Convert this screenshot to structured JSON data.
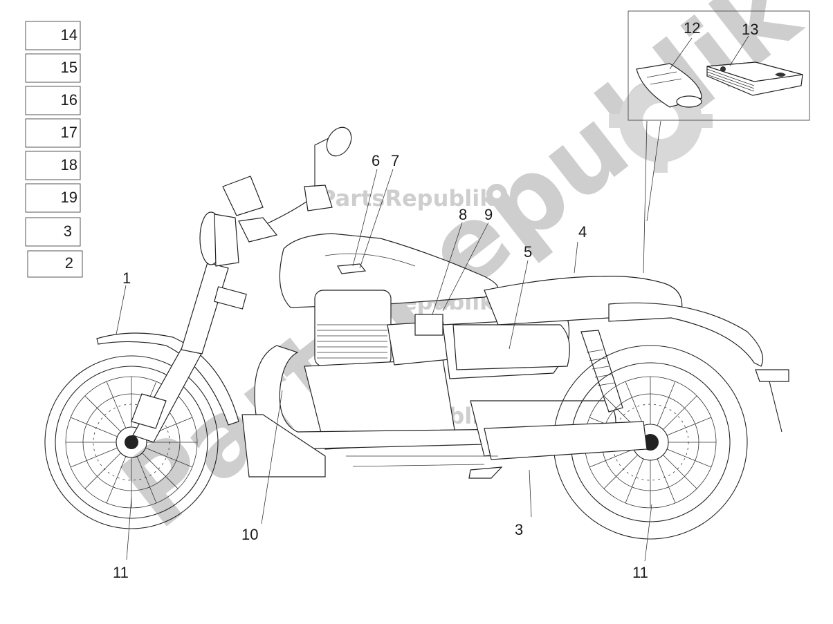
{
  "legend_boxes": [
    "14",
    "15",
    "16",
    "17",
    "18",
    "19",
    "3",
    "2"
  ],
  "callouts": {
    "c1": "1",
    "c3": "3",
    "c4": "4",
    "c5": "5",
    "c6": "6",
    "c7": "7",
    "c8": "8",
    "c9": "9",
    "c10": "10",
    "c11a": "11",
    "c11b": "11",
    "c12": "12",
    "c13": "13"
  },
  "watermark": {
    "brand_small": "PartsRepublik",
    "brand_large": "PartsRepublik",
    "color": "#c9c9c9"
  },
  "icons": [
    "gear-icon",
    "motorcycle-diagram",
    "manual-booklet-icon",
    "pouch-icon"
  ]
}
